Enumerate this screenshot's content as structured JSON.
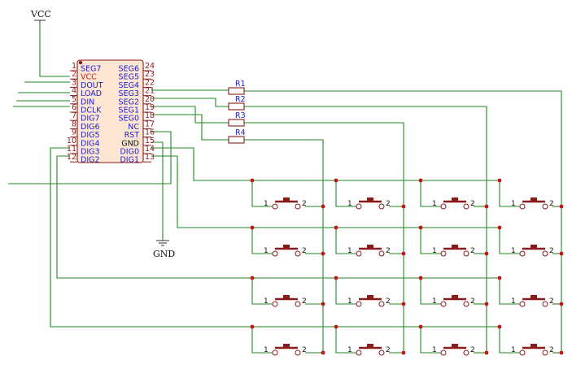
{
  "power": {
    "vcc": "VCC",
    "gnd": "GND"
  },
  "ic": {
    "left_pins": [
      {
        "num": "1",
        "name": "SEG7"
      },
      {
        "num": "2",
        "name": "VCC"
      },
      {
        "num": "3",
        "name": "DOUT"
      },
      {
        "num": "4",
        "name": "LOAD"
      },
      {
        "num": "5",
        "name": "DIN"
      },
      {
        "num": "6",
        "name": "DCLK"
      },
      {
        "num": "7",
        "name": "DIG7"
      },
      {
        "num": "8",
        "name": "DIG6"
      },
      {
        "num": "9",
        "name": "DIG5"
      },
      {
        "num": "10",
        "name": "DIG4"
      },
      {
        "num": "11",
        "name": "DIG3"
      },
      {
        "num": "12",
        "name": "DIG2"
      }
    ],
    "right_pins": [
      {
        "num": "24",
        "name": "SEG6"
      },
      {
        "num": "23",
        "name": "SEG5"
      },
      {
        "num": "22",
        "name": "SEG4"
      },
      {
        "num": "21",
        "name": "SEG3"
      },
      {
        "num": "20",
        "name": "SEG2"
      },
      {
        "num": "19",
        "name": "SEG1"
      },
      {
        "num": "18",
        "name": "SEG0"
      },
      {
        "num": "17",
        "name": "NC"
      },
      {
        "num": "16",
        "name": "RST"
      },
      {
        "num": "15",
        "name": "GND"
      },
      {
        "num": "14",
        "name": "DIG0"
      },
      {
        "num": "13",
        "name": "DIG1"
      }
    ]
  },
  "resistors": [
    "R1",
    "R2",
    "R3",
    "R4"
  ],
  "switch": {
    "pin1": "1",
    "pin2": "2"
  },
  "colors": {
    "wire": "#1f8a1f",
    "component": "#8b1a1a",
    "pin_name": "#1e1ecc",
    "power_pin": "#cc1e1e",
    "junction": "#c01818"
  }
}
